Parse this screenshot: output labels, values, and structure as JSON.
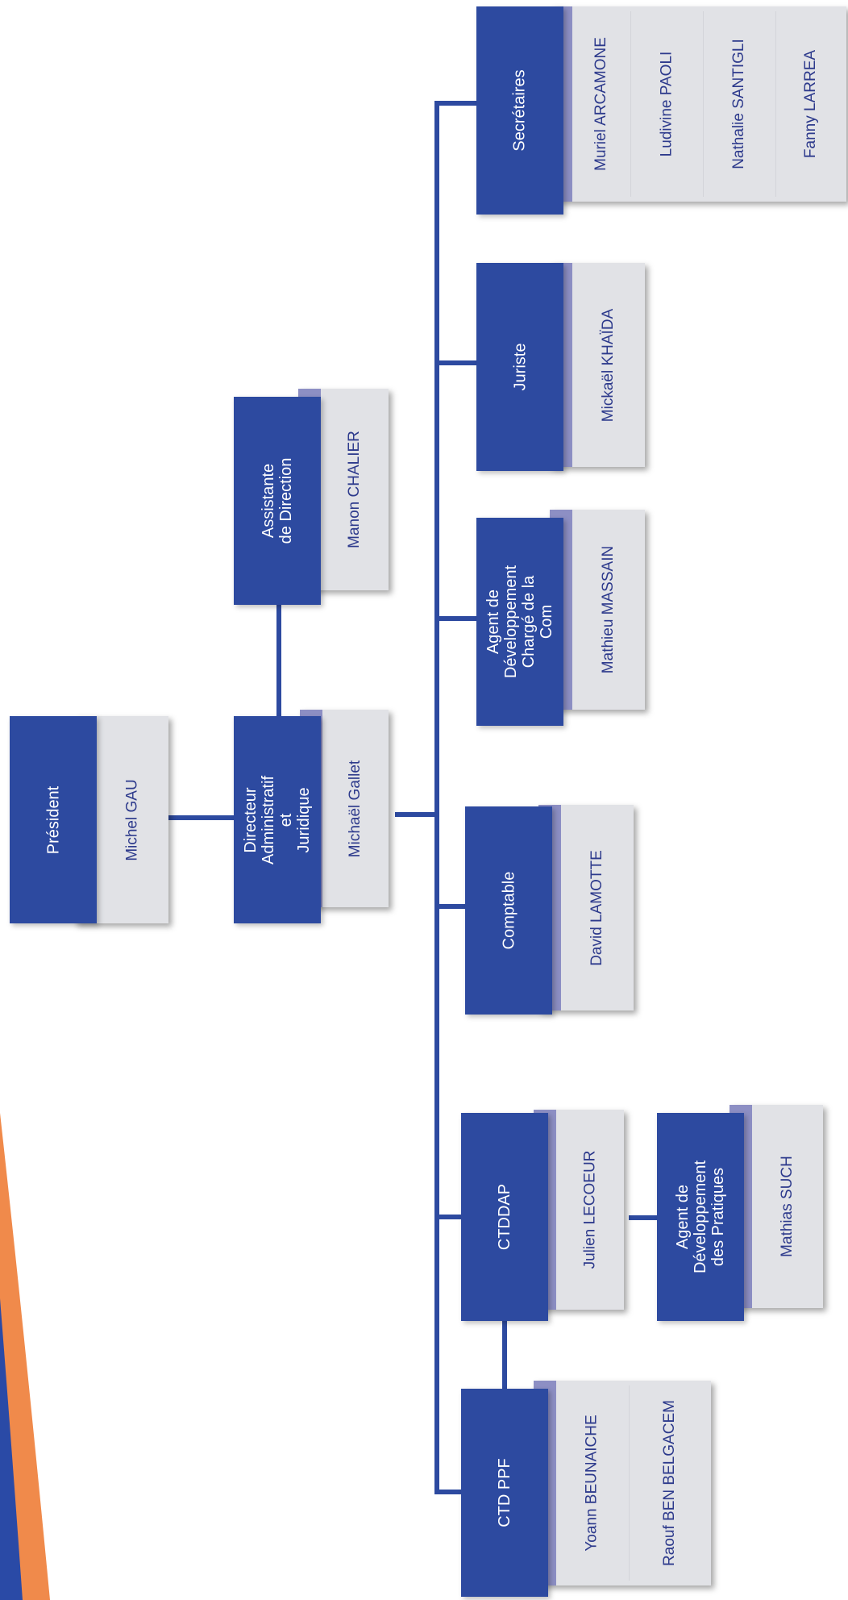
{
  "colors": {
    "header": "#2d4aa0",
    "card": "#e1e2e6",
    "card_strip": "#8d8fc4",
    "name_text": "#2d3a8c",
    "connector": "#2d4aa0",
    "decor_orange": "#f08a4b",
    "decor_blue": "#2a4aa6"
  },
  "nodes": {
    "president": {
      "title": "Président",
      "people": [
        "Michel GAU"
      ]
    },
    "directeur": {
      "title": "Directeur Administratif et\nJuridique",
      "people": [
        "Michaël Gallet"
      ]
    },
    "assistante": {
      "title": "Assistante de Direction",
      "people": [
        "Manon CHALIER"
      ]
    },
    "secretaires": {
      "title": "Secrétaires",
      "people": [
        "Muriel ARCAMONE",
        "Ludivine PAOLI",
        "Nathalie SANTIGLI",
        "Fanny LARREA"
      ]
    },
    "juriste": {
      "title": "Juriste",
      "people": [
        "Mickaël KHAÏDA"
      ]
    },
    "agent_com": {
      "title": "Agent  de  Développement\nChargé de la Com",
      "people": [
        "Mathieu MASSAIN"
      ]
    },
    "comptable": {
      "title": "Comptable",
      "people": [
        "David LAMOTTE"
      ]
    },
    "ctddap": {
      "title": "CTDDAP",
      "people": [
        "Julien LECOEUR"
      ]
    },
    "agent_pratiques": {
      "title": "Agent  de  Développement\ndes Pratiques",
      "people": [
        "Mathias SUCH"
      ]
    },
    "ctdppf": {
      "title": "CTD PPF",
      "people": [
        "Yoann BEUNAICHE",
        "Raouf BEN BELGACEM"
      ]
    }
  }
}
